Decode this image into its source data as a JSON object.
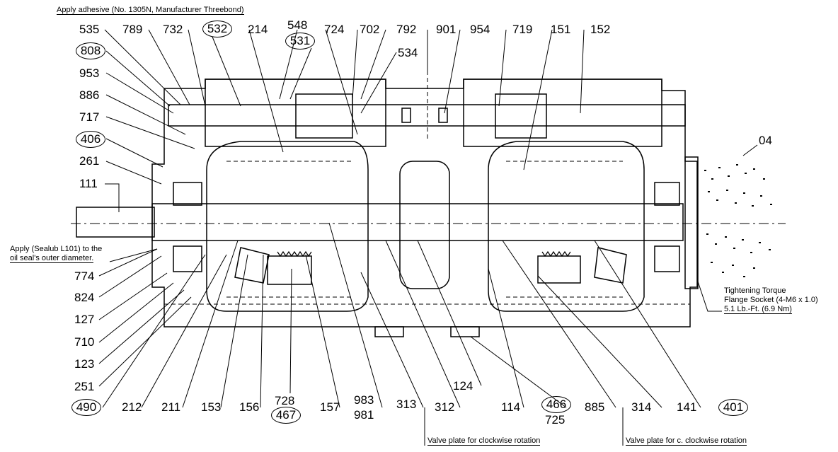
{
  "notes": {
    "adhesive": "Apply adhesive (No. 1305N, Manufacturer Threebond)",
    "sealub_line1": "Apply (Sealub L101) to the",
    "sealub_line2": "oil seal's outer diameter.",
    "torque_line1": "Tightening Torque",
    "torque_line2": "Flange Socket (4-M6 x 1.0)",
    "torque_line3": "5.1 Lb.-Ft. (6.9 Nm)",
    "valve_cw": "Valve plate for clockwise rotation",
    "valve_ccw": "Valve plate for c. clockwise rotation"
  },
  "top_labels": {
    "l535": "535",
    "l789": "789",
    "l732": "732",
    "l532": "532",
    "l214": "214",
    "l548": "548",
    "l531": "531",
    "l724": "724",
    "l702": "702",
    "l792": "792",
    "l534": "534",
    "l901": "901",
    "l954": "954",
    "l719": "719",
    "l151": "151",
    "l152": "152",
    "l04": "04"
  },
  "left_labels": {
    "l808": "808",
    "l953": "953",
    "l886": "886",
    "l717": "717",
    "l406": "406",
    "l261": "261",
    "l111": "111",
    "l774": "774",
    "l824": "824",
    "l127": "127",
    "l710": "710",
    "l123": "123",
    "l251": "251"
  },
  "bottom_labels": {
    "l490": "490",
    "l212": "212",
    "l211": "211",
    "l153": "153",
    "l156": "156",
    "l728": "728",
    "l467": "467",
    "l157": "157",
    "l983": "983",
    "l981": "981",
    "l313": "313",
    "l312": "312",
    "l124": "124",
    "l114": "114",
    "l466": "466",
    "l725": "725",
    "l885": "885",
    "l314": "314",
    "l141": "141",
    "l401": "401"
  }
}
